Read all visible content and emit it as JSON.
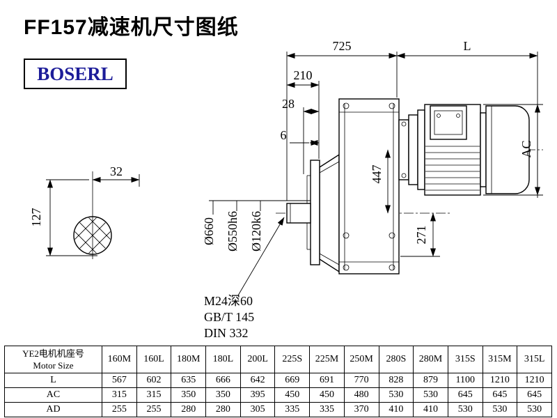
{
  "page": {
    "title": "FF157减速机尺寸图纸",
    "logo": "BOSERL"
  },
  "drawing": {
    "dims": {
      "d725": "725",
      "dL": "L",
      "d210": "210",
      "d28": "28",
      "d6": "6",
      "d32": "32",
      "d127": "127",
      "d447": "447",
      "d271": "271",
      "dAC": "AC",
      "dia660": "Ø660",
      "dia550": "Ø550h6",
      "dia120": "Ø120k6"
    },
    "notes": {
      "tap": "M24深60",
      "gb": "GB/T 145",
      "din": "DIN 332"
    }
  },
  "table": {
    "header_cn": "YE2电机机座号",
    "header_en": "Motor Size",
    "sizes": [
      "160M",
      "160L",
      "180M",
      "180L",
      "200L",
      "225S",
      "225M",
      "250M",
      "280S",
      "280M",
      "315S",
      "315M",
      "315L"
    ],
    "rows": [
      {
        "label": "L",
        "values": [
          "567",
          "602",
          "635",
          "666",
          "642",
          "669",
          "691",
          "770",
          "828",
          "879",
          "1100",
          "1210",
          "1210"
        ]
      },
      {
        "label": "AC",
        "values": [
          "315",
          "315",
          "350",
          "350",
          "395",
          "450",
          "450",
          "480",
          "530",
          "530",
          "645",
          "645",
          "645"
        ]
      },
      {
        "label": "AD",
        "values": [
          "255",
          "255",
          "280",
          "280",
          "305",
          "335",
          "335",
          "370",
          "410",
          "410",
          "530",
          "530",
          "530"
        ]
      }
    ]
  }
}
